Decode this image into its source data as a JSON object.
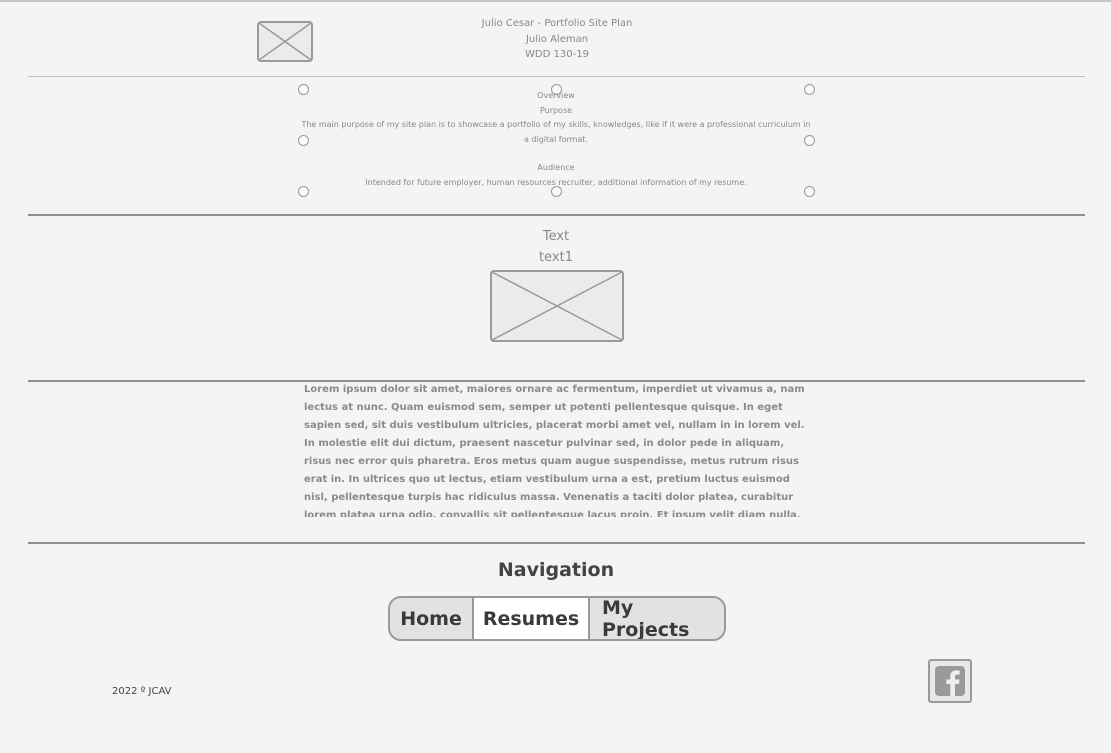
{
  "header": {
    "title": "Julio Cesar - Portfolio Site Plan",
    "author": "Julio Aleman",
    "course": "WDD 130-19"
  },
  "overview": {
    "heading": "Overview",
    "purpose_heading": "Purpose",
    "purpose_text": "The main purpose of my site plan is to showcase a portfolio of my skills, knowledges, like if it were a professional curriculum in a digital format.",
    "audience_heading": "Audience",
    "audience_text": "Intended for future employer, human resources recruiter, additional information of my resume."
  },
  "content": {
    "text_label": "Text",
    "text1_label": "text1",
    "lorem": "Lorem ipsum dolor sit amet, maiores ornare ac fermentum, imperdiet ut vivamus a, nam lectus at nunc. Quam euismod sem, semper ut potenti pellentesque quisque. In eget sapien sed, sit duis vestibulum ultricies, placerat morbi amet vel, nullam in in lorem vel. In molestie elit dui dictum, praesent nascetur pulvinar sed, in dolor pede in aliquam, risus nec error quis pharetra. Eros metus quam augue suspendisse, metus rutrum risus erat in. In ultrices quo ut lectus, etiam vestibulum urna a est, pretium luctus euismod nisl, pellentesque turpis hac ridiculus massa. Venenatis a taciti dolor platea, curabitur lorem platea urna odio, convallis sit pellentesque lacus proin. Et ipsum velit diam nulla, fringilla vel tincidunt vitae, elit turpis tellus vivamus, dictum adipiscing convallis magna."
  },
  "navigation": {
    "title": "Navigation",
    "items": [
      {
        "label": "Home",
        "active": false
      },
      {
        "label": "Resumes",
        "active": true
      },
      {
        "label": "My Projects",
        "active": false
      }
    ]
  },
  "footer": {
    "copyright": "2022 º JCAV",
    "social_icon": "facebook-icon"
  },
  "colors": {
    "background": "#f4f4f4",
    "line": "#8f8f8f",
    "active_nav": "#ffffff",
    "nav_bg": "#e2e2e2"
  }
}
